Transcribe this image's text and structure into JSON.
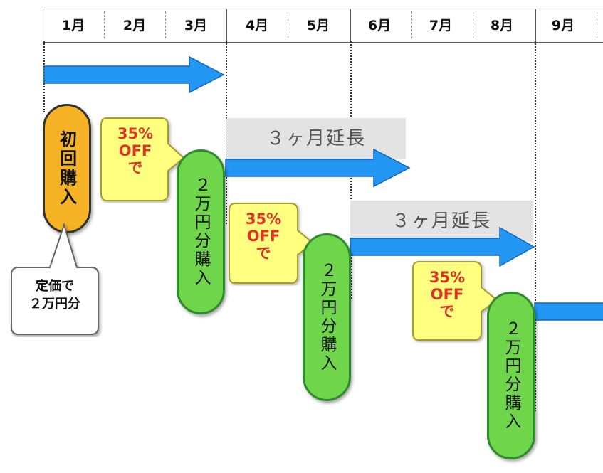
{
  "months": [
    "1月",
    "2月",
    "3月",
    "4月",
    "5月",
    "6月",
    "7月",
    "8月",
    "9月"
  ],
  "colors": {
    "arrow": "#2196f3",
    "extension_bg": "#e3e3e3",
    "green": "#6fd64c",
    "orange": "#f5b325",
    "callout": "#ffff80",
    "off_text": "#e23225"
  },
  "first_purchase": {
    "label": "初回購入",
    "note_line1": "定価で",
    "note_line2": "２万円分"
  },
  "extension_label": "３ヶ月延長",
  "discount": {
    "line1": "35%",
    "line2": "OFF",
    "line3": "で"
  },
  "purchase_label": "２万円分購入"
}
